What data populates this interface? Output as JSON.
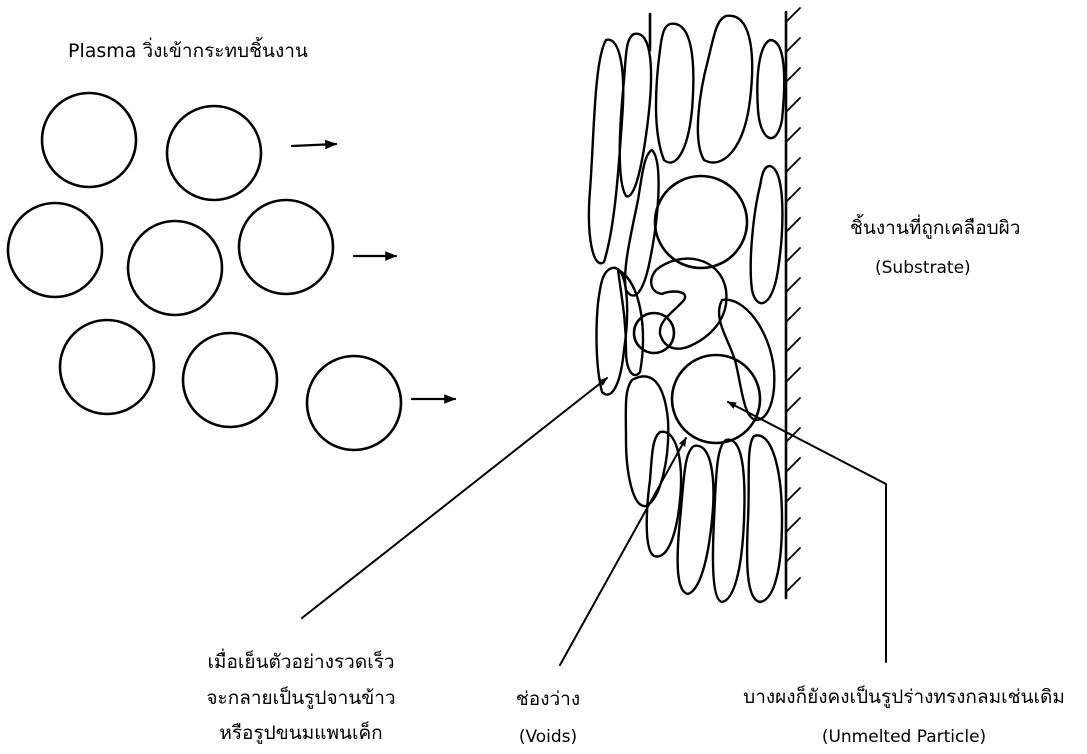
{
  "labels": {
    "plasma_heading": "Plasma วิ่งเข้ากระทบชิ้นงาน",
    "substrate_thai": "ชิ้นงานที่ถูกเคลือบผิว",
    "substrate_en": "(Substrate)",
    "splat_line1": "เมื่อเย็นตัวอย่างรวดเร็ว",
    "splat_line2": "จะกลายเป็นรูปจานข้าว",
    "splat_line3": "หรือรูปขนมแพนเค็ก",
    "voids_thai": "ช่องว่าง",
    "voids_en": "(Voids)",
    "unmelted_thai": "บางผงก็ยังคงเป็นรูปร่างทรงกลมเช่นเดิม",
    "unmelted_en": "(Unmelted Particle)"
  },
  "colors": {
    "stroke": "#000000",
    "background": "#ffffff"
  }
}
